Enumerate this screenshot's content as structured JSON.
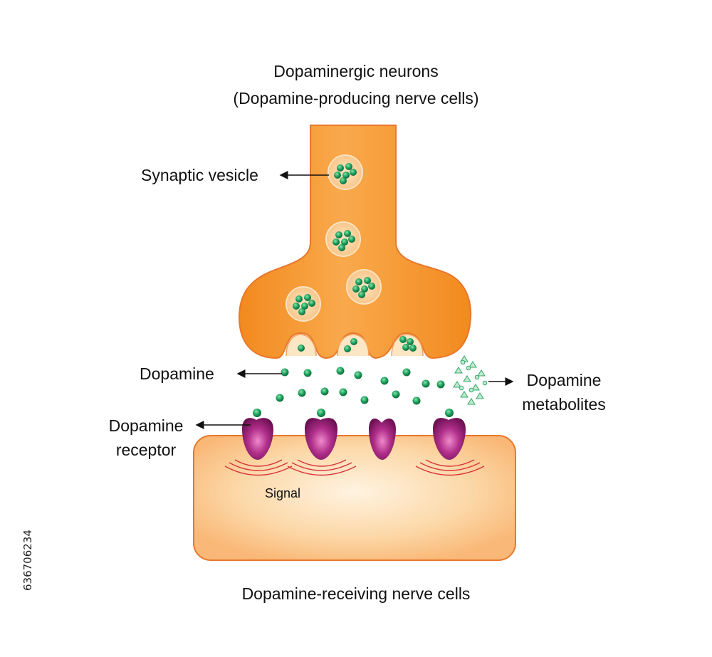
{
  "title": {
    "line1": "Dopaminergic neurons",
    "line2": "(Dopamine-producing nerve cells)"
  },
  "labels": {
    "synaptic_vesicle": "Synaptic vesicle",
    "dopamine": "Dopamine",
    "dopamine_receptor_1": "Dopamine",
    "dopamine_receptor_2": "receptor",
    "dopamine_metabolites_1": "Dopamine",
    "dopamine_metabolites_2": "metabolites",
    "signal": "Signal"
  },
  "footer": "Dopamine-receiving nerve cells",
  "watermark_id": "636706234",
  "colors": {
    "neuron_orange": "#f5922a",
    "neuron_light": "#fbc07a",
    "cell_body": "#fcd7a4",
    "dopamine_green": "#1e9e5a",
    "receptor_magenta": "#8e1e6e",
    "signal_red": "#d8343c"
  }
}
